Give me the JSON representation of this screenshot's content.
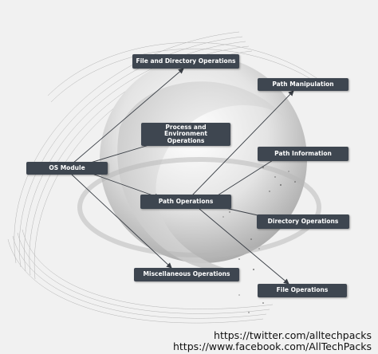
{
  "nodes": {
    "os_module": "OS Module",
    "file_directory_operations": "File and Directory Operations",
    "process_environment_operations": "Process and Environment\nOperations",
    "path_operations": "Path Operations",
    "miscellaneous_operations": "Miscellaneous Operations",
    "path_manipulation": "Path Manipulation",
    "path_information": "Path Information",
    "directory_operations": "Directory Operations",
    "file_operations": "File Operations"
  },
  "edges": [
    [
      "os_module",
      "file_directory_operations"
    ],
    [
      "os_module",
      "process_environment_operations"
    ],
    [
      "os_module",
      "path_operations"
    ],
    [
      "os_module",
      "miscellaneous_operations"
    ],
    [
      "path_operations",
      "path_manipulation"
    ],
    [
      "path_operations",
      "path_information"
    ],
    [
      "path_operations",
      "directory_operations"
    ],
    [
      "path_operations",
      "file_operations"
    ]
  ],
  "links": {
    "twitter": "https://twitter.com/alltechpacks",
    "facebook": "https://www.facebook.com/AllTechPacks"
  },
  "colors": {
    "background": "#f1f1f1",
    "node_fill": "#3e4650",
    "node_text": "#ffffff",
    "arrow": "#3a3f46"
  }
}
